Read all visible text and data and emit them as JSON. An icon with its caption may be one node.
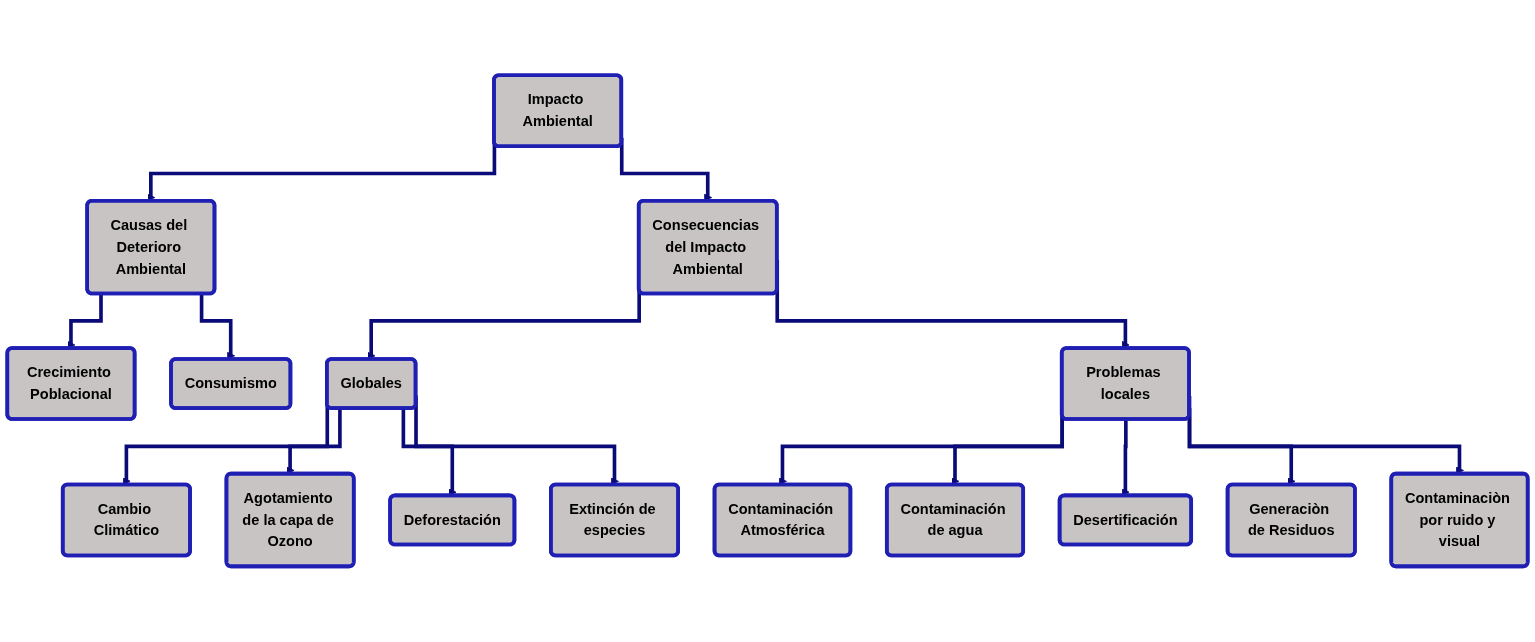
{
  "diagram": {
    "nodes": [
      {
        "text": [
          "Impacto Ambiental"
        ]
      },
      {
        "text": [
          "Causas del Deterioro Ambiental"
        ]
      },
      {
        "text": [
          "Consecuencias del Impacto Ambiental"
        ]
      },
      {
        "text": [
          "Crecimiento Poblacional"
        ]
      },
      {
        "text": [
          "Consumismo"
        ]
      },
      {
        "text": [
          "Globales"
        ]
      },
      {
        "text": [
          "Problemas locales"
        ]
      },
      {
        "text": [
          "Cambio Climático"
        ]
      },
      {
        "text": [
          "Agotamiento de la capa de Ozono"
        ]
      },
      {
        "text": [
          "Deforestación"
        ]
      },
      {
        "text": [
          "Extinción de especies"
        ]
      },
      {
        "text": [
          "Contaminación Atmosférica"
        ]
      },
      {
        "text": [
          "Contaminación de agua"
        ]
      },
      {
        "text": [
          "Desertificación"
        ]
      },
      {
        "text": [
          "Generaciòn de Residuos"
        ]
      },
      {
        "text": [
          "Contaminaciòn por ruido y visual"
        ]
      }
    ],
    "edges": [
      {
        "from": 0,
        "to": 1,
        "arrow": "to"
      },
      {
        "from": 0,
        "to": 2,
        "arrow": "to"
      },
      {
        "from": 1,
        "to": 3,
        "arrow": "to"
      },
      {
        "from": 1,
        "to": 4,
        "arrow": "to"
      },
      {
        "from": 2,
        "to": 5,
        "arrow": "to"
      },
      {
        "from": 2,
        "to": 6,
        "arrow": "to"
      },
      {
        "from": 5,
        "to": 7,
        "arrow": "to"
      },
      {
        "from": 5,
        "to": 8,
        "arrow": "to"
      },
      {
        "from": 5,
        "to": 9,
        "arrow": "to"
      },
      {
        "from": 5,
        "to": 10,
        "arrow": "to"
      },
      {
        "from": 6,
        "to": 11,
        "arrow": "to"
      },
      {
        "from": 6,
        "to": 12,
        "arrow": "to"
      },
      {
        "from": 6,
        "to": 13,
        "arrow": "to"
      },
      {
        "from": 6,
        "to": 14,
        "arrow": "to"
      },
      {
        "from": 6,
        "to": 15,
        "arrow": "to"
      }
    ]
  }
}
